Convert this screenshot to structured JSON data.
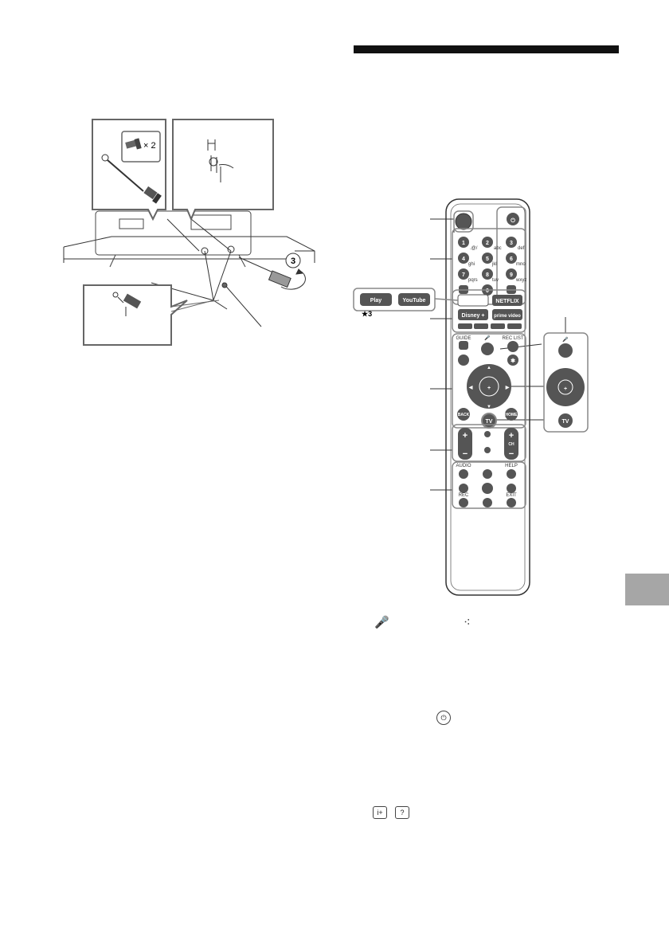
{
  "install": {
    "screw_count": "× 2",
    "step": "3"
  },
  "remote": {
    "footnote": "★3",
    "quick_buttons": [
      "Play",
      "YouTube"
    ],
    "app_buttons": [
      "NETFLIX",
      "Disney +",
      "prime video"
    ],
    "numbers": [
      "1",
      "2",
      "3",
      "4",
      "5",
      "6",
      "7",
      "8",
      "9",
      "0"
    ],
    "number_subs": [
      ".@/",
      "abc",
      "def",
      "ghi",
      "jkl",
      "mno",
      "pqrs",
      "tuv",
      "wxyz",
      "—"
    ],
    "labels": {
      "guide": "GUIDE",
      "rec_list": "REC LIST",
      "back": "BACK",
      "home": "HOME",
      "tv": "TV",
      "ch": "CH",
      "audio": "AUDIO",
      "help": "HELP",
      "rec": "REC",
      "exit": "EXIT"
    }
  },
  "notes": {
    "mic_icon": "microphone-icon",
    "assistant_icon": "google-assistant-icon",
    "power_icon": "power-icon",
    "info_icons": [
      "info-plus-icon",
      "help-icon"
    ]
  }
}
